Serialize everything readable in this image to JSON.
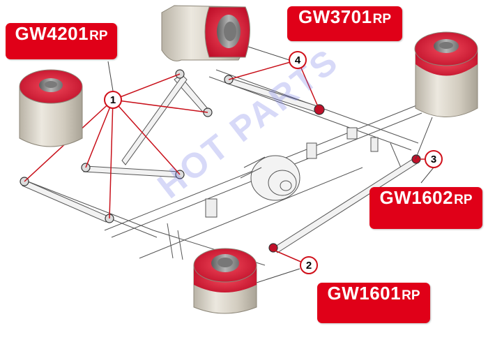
{
  "colors": {
    "label_bg": "#e00018",
    "label_text": "#ffffff",
    "leader_line": "#c8101a",
    "polyurethane": "#d4182c",
    "shell": "#d9d4c9",
    "watermark": "#6e78e6"
  },
  "labels": {
    "gw4201": {
      "code": "GW4201",
      "suffix": "RP"
    },
    "gw3701": {
      "code": "GW3701",
      "suffix": "RP"
    },
    "gw1602": {
      "code": "GW1602",
      "suffix": "RP"
    },
    "gw1601": {
      "code": "GW1601",
      "suffix": "RP"
    }
  },
  "callouts": {
    "c1": "1",
    "c2": "2",
    "c3": "3",
    "c4": "4"
  },
  "watermark": {
    "text": "HOT PARTS"
  }
}
